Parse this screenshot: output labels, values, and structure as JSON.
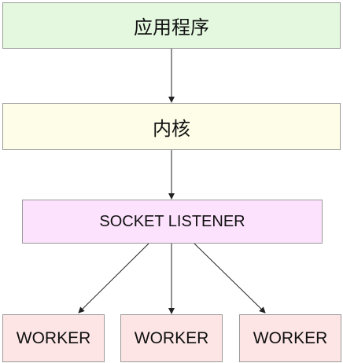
{
  "diagram": {
    "nodes": {
      "app": {
        "label": "应用程序"
      },
      "kernel": {
        "label": "内核"
      },
      "listener": {
        "label": "SOCKET LISTENER"
      },
      "workers": [
        {
          "label": "WORKER"
        },
        {
          "label": "WORKER"
        },
        {
          "label": "WORKER"
        }
      ]
    },
    "edges": [
      {
        "from": "app",
        "to": "kernel"
      },
      {
        "from": "kernel",
        "to": "listener"
      },
      {
        "from": "listener",
        "to": "worker-1"
      },
      {
        "from": "listener",
        "to": "worker-2"
      },
      {
        "from": "listener",
        "to": "worker-3"
      }
    ],
    "colors": {
      "app_fill": "#e3f8df",
      "kernel_fill": "#fdfde8",
      "listener_fill": "#fde2fe",
      "worker_fill": "#fde5e5",
      "border": "#9a9a9a",
      "arrow": "#222222"
    }
  }
}
